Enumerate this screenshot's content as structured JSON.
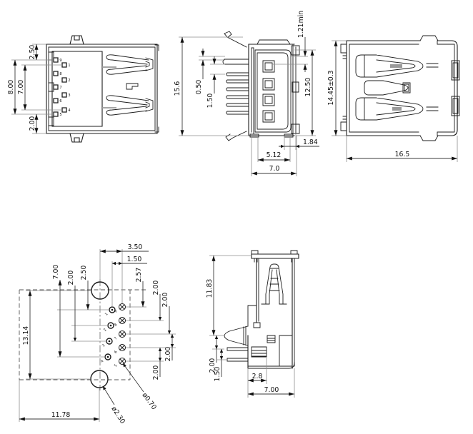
{
  "colors": {
    "outline": "#1c1c1c",
    "extension_line": "#8f8f8f",
    "dimension_line": "#3a3a3a",
    "gray_part": "#9a9a9a",
    "background": "#ffffff"
  },
  "views": {
    "front": {
      "dims": {
        "offset_top": "2.50",
        "pin_span": "8.00",
        "pin_span_inner": "7.00",
        "offset_bottom": "2.00"
      },
      "pins_left": [
        "9",
        "8",
        "7",
        "6",
        "5"
      ],
      "pins_right": [
        "1",
        "2",
        "3",
        "4"
      ]
    },
    "side": {
      "dims": {
        "height": "15.6",
        "lead_offset": "0.50",
        "lead_pitch": "1.50",
        "top_clearance": "1.21min",
        "face_height": "12.50",
        "wall": "1.84",
        "tongue_width": "5.12",
        "body_width": "7.0"
      }
    },
    "rear": {
      "dims": {
        "height": "14.45±0.3",
        "length": "16.5"
      }
    },
    "footprint": {
      "dims": {
        "hole_to_pin": "3.50",
        "row_offset": "1.50",
        "edge_to_pin": "2.57",
        "pitch_1": "2.00",
        "pitch_2": "2.00",
        "pitch_3": "2.00",
        "pitch_4": "2.00",
        "left_offset": "2.50",
        "left_pitch": "2.00",
        "left_span": "7.00",
        "mount_span": "13.14",
        "mount_offset": "11.78",
        "pin_hole_dia": "ø0.70",
        "mount_hole_dia": "ø2.30"
      },
      "pins_left": [
        "1",
        "2",
        "3",
        "4"
      ],
      "pins_right": [
        "9",
        "8",
        "7",
        "6",
        "5"
      ]
    },
    "profile": {
      "dims": {
        "height": "11.83",
        "lead_gap": "2.00",
        "lead_pitch": "1.50",
        "inner_width": "2.8",
        "body_width": "7.00"
      }
    }
  }
}
